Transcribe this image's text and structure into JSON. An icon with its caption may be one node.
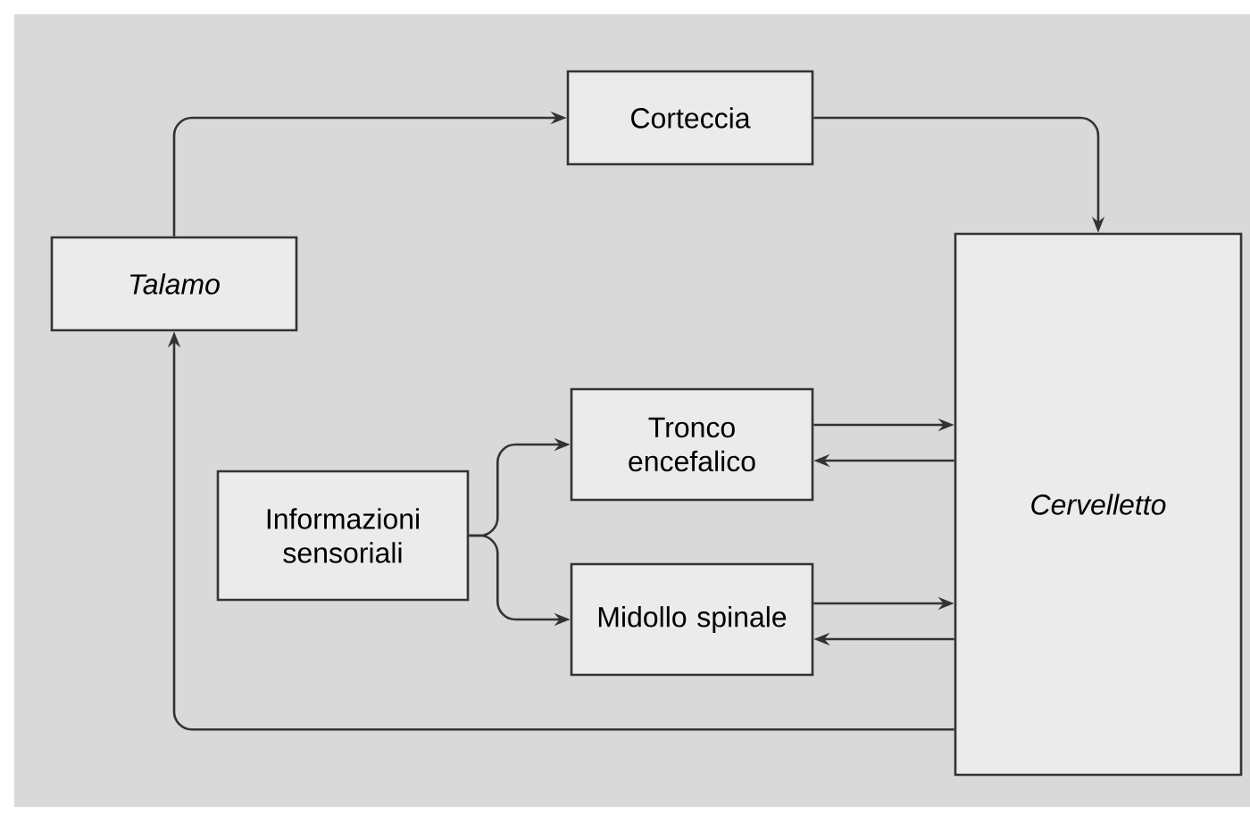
{
  "diagram": {
    "nodes": [
      {
        "text": [
          "Corteccia"
        ]
      },
      {
        "text": [
          "Talamo"
        ]
      },
      {
        "text": [
          "Tronco encefalico"
        ]
      },
      {
        "text": [
          "Informazioni sensoriali"
        ]
      },
      {
        "text": [
          "Midollo spinale"
        ]
      },
      {
        "text": [
          "Cervelletto"
        ]
      }
    ],
    "edges": [
      {
        "from": 1,
        "to": 0,
        "arrow": "to"
      },
      {
        "from": 0,
        "to": 5,
        "arrow": "to"
      },
      {
        "from": 5,
        "to": 1,
        "arrow": "to"
      },
      {
        "from": 3,
        "to": 2,
        "arrow": "to"
      },
      {
        "from": 3,
        "to": 4,
        "arrow": "to"
      },
      {
        "from": 2,
        "to": 5,
        "arrow": "to"
      },
      {
        "from": 5,
        "to": 2,
        "arrow": "to"
      },
      {
        "from": 4,
        "to": 5,
        "arrow": "to"
      },
      {
        "from": 5,
        "to": 4,
        "arrow": "to"
      }
    ]
  }
}
